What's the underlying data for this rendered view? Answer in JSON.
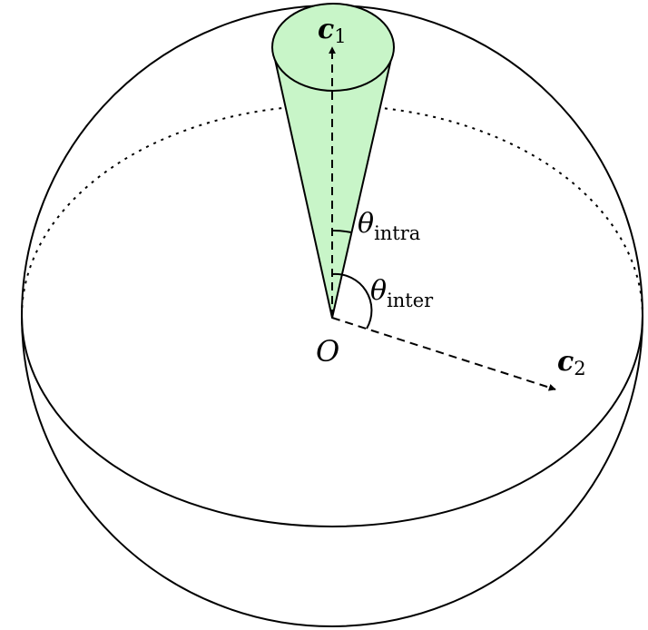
{
  "labels": {
    "c1": {
      "main": "c",
      "sub": "1"
    },
    "c2": {
      "main": "c",
      "sub": "2"
    },
    "theta_intra": {
      "main": "θ",
      "sub": "intra"
    },
    "theta_inter": {
      "main": "θ",
      "sub": "inter"
    },
    "origin": "O"
  },
  "colors": {
    "cone_fill": "#c8f5c8",
    "stroke": "#000000"
  }
}
